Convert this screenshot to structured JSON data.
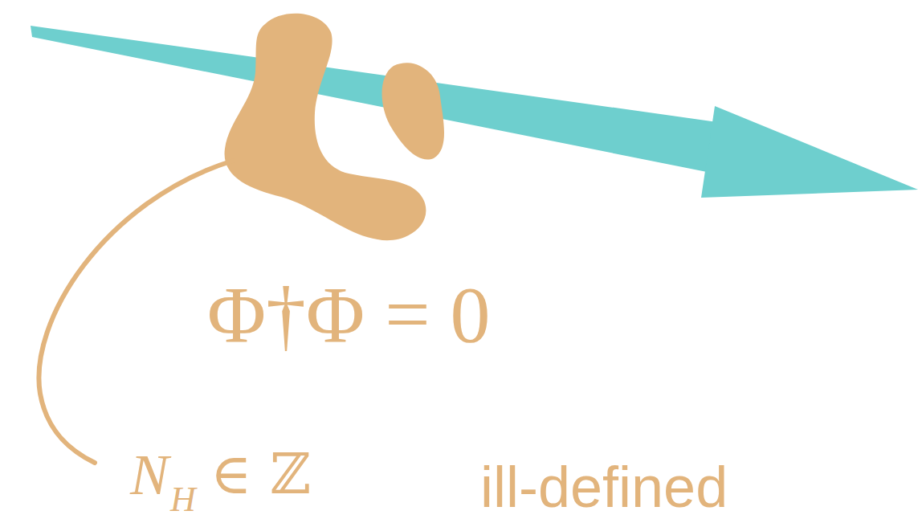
{
  "diagram": {
    "labels": [
      "Φ†Φ = 0",
      "N",
      "H",
      "∈ ℤ",
      "ill-defined"
    ]
  }
}
